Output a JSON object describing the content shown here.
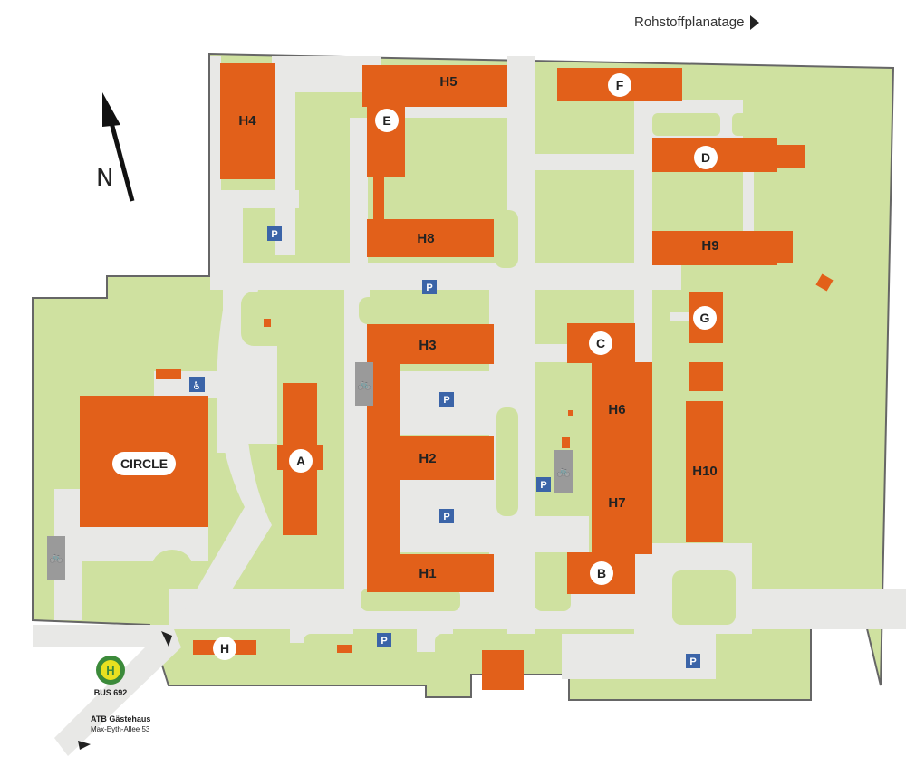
{
  "top_link": {
    "label": "Rohstoffplanatage"
  },
  "compass": {
    "label": "N"
  },
  "buildings": [
    {
      "id": "H4",
      "label": "H4"
    },
    {
      "id": "H5",
      "label": "H5"
    },
    {
      "id": "H8",
      "label": "H8"
    },
    {
      "id": "H9",
      "label": "H9"
    },
    {
      "id": "H3",
      "label": "H3"
    },
    {
      "id": "H2",
      "label": "H2"
    },
    {
      "id": "H1",
      "label": "H1"
    },
    {
      "id": "H6",
      "label": "H6"
    },
    {
      "id": "H7",
      "label": "H7"
    },
    {
      "id": "H10",
      "label": "H10"
    },
    {
      "id": "CIRCLE",
      "label": "CIRCLE"
    }
  ],
  "markers": [
    "A",
    "B",
    "C",
    "D",
    "E",
    "F",
    "G",
    "H"
  ],
  "parking": {
    "label": "P"
  },
  "bus_stop": {
    "symbol": "H",
    "label": "BUS 692"
  },
  "guest_house": {
    "title": "ATB Gästehaus",
    "address": "Max-Eyth-Allee 53"
  },
  "colors": {
    "grass": "#cfe1a0",
    "path": "#e8e8e6",
    "building": "#e2601a",
    "outline": "#666666",
    "parking": "#3b64a8",
    "bike": "#9a9a9a"
  }
}
